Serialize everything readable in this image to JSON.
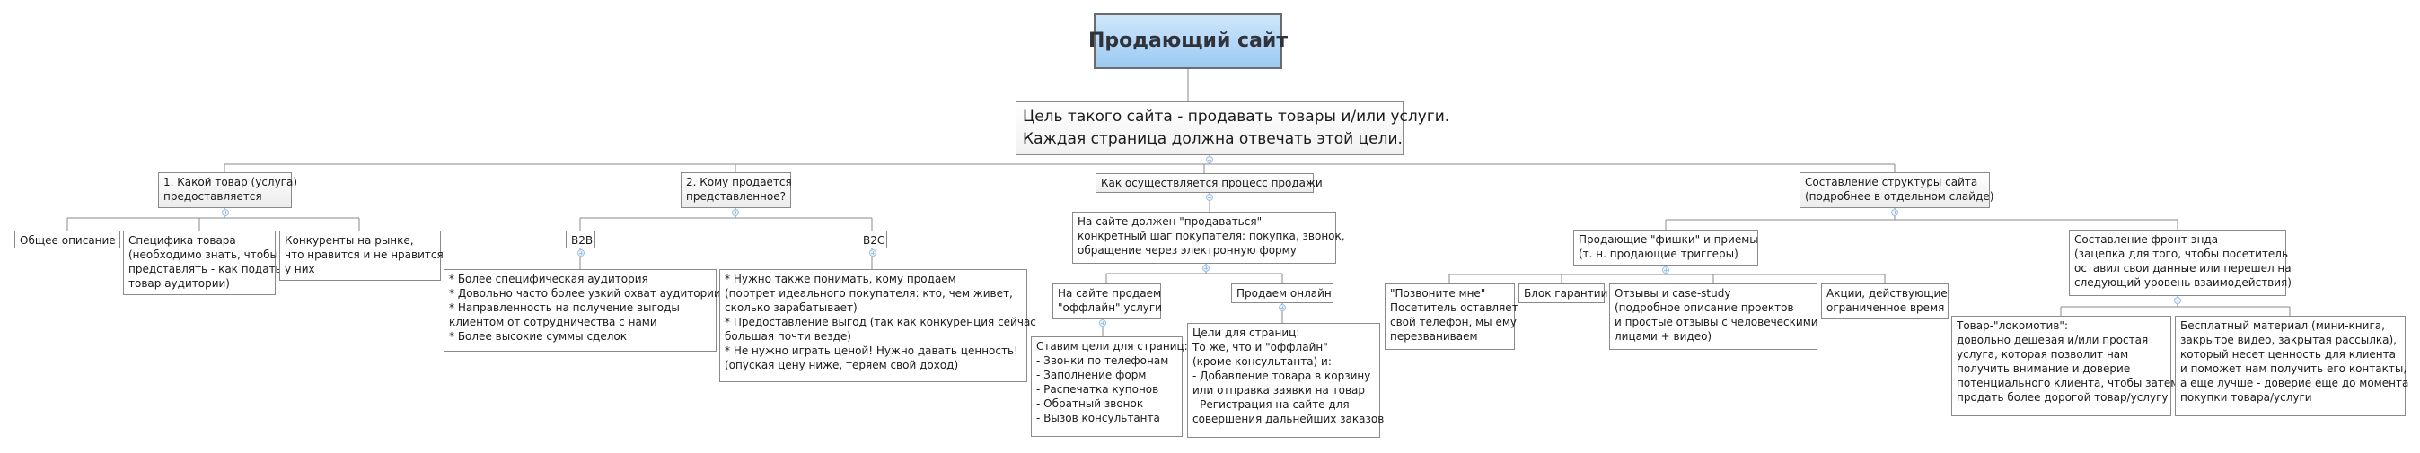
{
  "mindmap": {
    "root": {
      "title": "Продающий сайт"
    },
    "goal": {
      "lines": [
        "Цель такого сайта - продавать товары и/или услуги.",
        "Каждая страница должна отвечать этой цели."
      ]
    },
    "product": {
      "label": [
        "1. Какой товар (услуга)",
        "предоставляется"
      ],
      "general": [
        "Общее описание"
      ],
      "specifics": [
        "Специфика товара",
        "(необходимо знать, чтобы",
        "представлять - как подать",
        "товар аудитории)"
      ],
      "competitors": [
        "Конкуренты на рынке,",
        "что нравится и не нравится",
        "у них"
      ]
    },
    "audience": {
      "label": [
        "2. Кому продается",
        "представленное?"
      ],
      "b2b": {
        "label": [
          "B2B"
        ],
        "notes": [
          "* Более специфическая аудитория",
          "* Довольно часто более узкий охват аудитории",
          "* Направленность на получение выгоды",
          "клиентом от сотрудничества с нами",
          "* Более высокие суммы сделок"
        ]
      },
      "b2c": {
        "label": [
          "B2C"
        ],
        "notes": [
          "* Нужно также понимать, кому продаем",
          "(портрет идеального покупателя: кто, чем живет,",
          "сколько зарабатывает)",
          "* Предоставление выгод (так как конкуренция сейчас",
          "большая почти везде)",
          "* Не нужно играть ценой! Нужно давать ценность!",
          "(опуская цену ниже, теряем свой доход)"
        ]
      }
    },
    "process": {
      "label": [
        "Как осуществляется процесс продажи"
      ],
      "must_sell": [
        "На сайте должен \"продаваться\"",
        "конкретный шаг покупателя: покупка, звонок,",
        "обращение через электронную форму"
      ],
      "offline": {
        "label": [
          "На сайте продаем",
          "\"оффлайн\" услуги"
        ],
        "notes": [
          "Ставим цели для страниц:",
          "- Звонки по телефонам",
          "- Заполнение форм",
          "- Распечатка купонов",
          "- Обратный звонок",
          "- Вызов консультанта"
        ]
      },
      "online": {
        "label": [
          "Продаем онлайн"
        ],
        "notes": [
          "Цели для страниц:",
          "То же, что и \"оффлайн\"",
          "(кроме консультанта) и:",
          "- Добавление товара в корзину",
          "или отправка заявки на товар",
          "- Регистрация на сайте для",
          "совершения дальнейших заказов"
        ]
      }
    },
    "structure": {
      "label": [
        "Составление структуры сайта",
        "(подробнее в отдельном слайде)"
      ],
      "triggers": {
        "label": [
          "Продающие \"фишки\" и приемы",
          "(т. н. продающие триггеры)"
        ],
        "items": [
          [
            "\"Позвоните мне\"",
            "Посетитель оставляет",
            "свой телефон, мы ему",
            "перезваниваем"
          ],
          [
            "Блок гарантии"
          ],
          [
            "Отзывы и case-study",
            "(подробное описание проектов",
            "и простые отзывы с человеческими",
            "лицами + видео)"
          ],
          [
            "Акции, действующие",
            "ограниченное время"
          ]
        ]
      },
      "frontend": {
        "label": [
          "Составление фронт-энда",
          "(зацепка для того, чтобы посетитель",
          "оставил свои данные или перешел на",
          "следующий уровень взаимодействия)"
        ],
        "items": [
          [
            "Товар-\"локомотив\":",
            "довольно дешевая и/или простая",
            "услуга, которая позволит нам",
            "получить внимание и доверие",
            "потенциального клиента, чтобы затем",
            "продать более дорогой товар/услугу"
          ],
          [
            "Бесплатный материал (мини-книга,",
            "закрытое видео, закрытая рассылка),",
            "который несет ценность для клиента",
            "и поможет нам получить его контакты,",
            "а еще лучше - доверие еще до момента",
            "покупки товара/услуги"
          ]
        ]
      }
    }
  }
}
